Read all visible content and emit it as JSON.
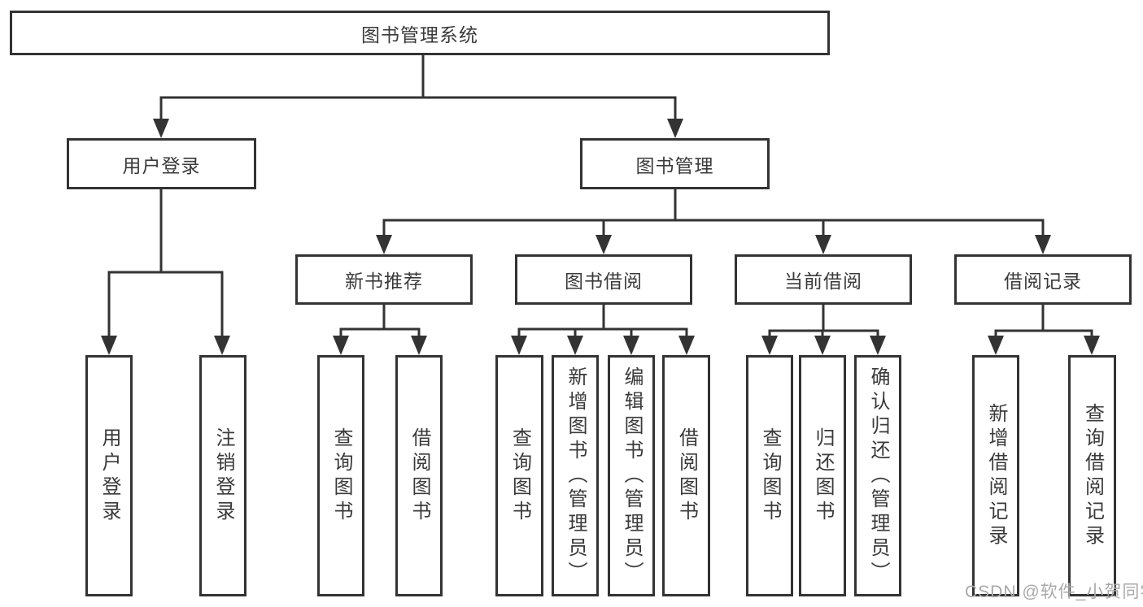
{
  "colors": {
    "line": "#333333",
    "border": "#333333",
    "text": "#3a3a3a",
    "background": "#ffffff",
    "watermark": "#a9a9a9"
  },
  "tree": {
    "root": {
      "label": "图书管理系统"
    },
    "level2": [
      {
        "label": "用户登录",
        "leaves": [
          "用户登录",
          "注销登录"
        ]
      },
      {
        "label": "图书管理",
        "groups": [
          {
            "label": "新书推荐",
            "leaves": [
              "查询图书",
              "借阅图书"
            ]
          },
          {
            "label": "图书借阅",
            "leaves": [
              "查询图书",
              "新增图书（管理员）",
              "编辑图书（管理员）",
              "借阅图书"
            ]
          },
          {
            "label": "当前借阅",
            "leaves": [
              "查询图书",
              "归还图书",
              "确认归还（管理员）"
            ]
          },
          {
            "label": "借阅记录",
            "leaves": [
              "新增借阅记录",
              "查询借阅记录"
            ]
          }
        ]
      }
    ]
  },
  "watermark": "CSDN @软件_小贺同学"
}
